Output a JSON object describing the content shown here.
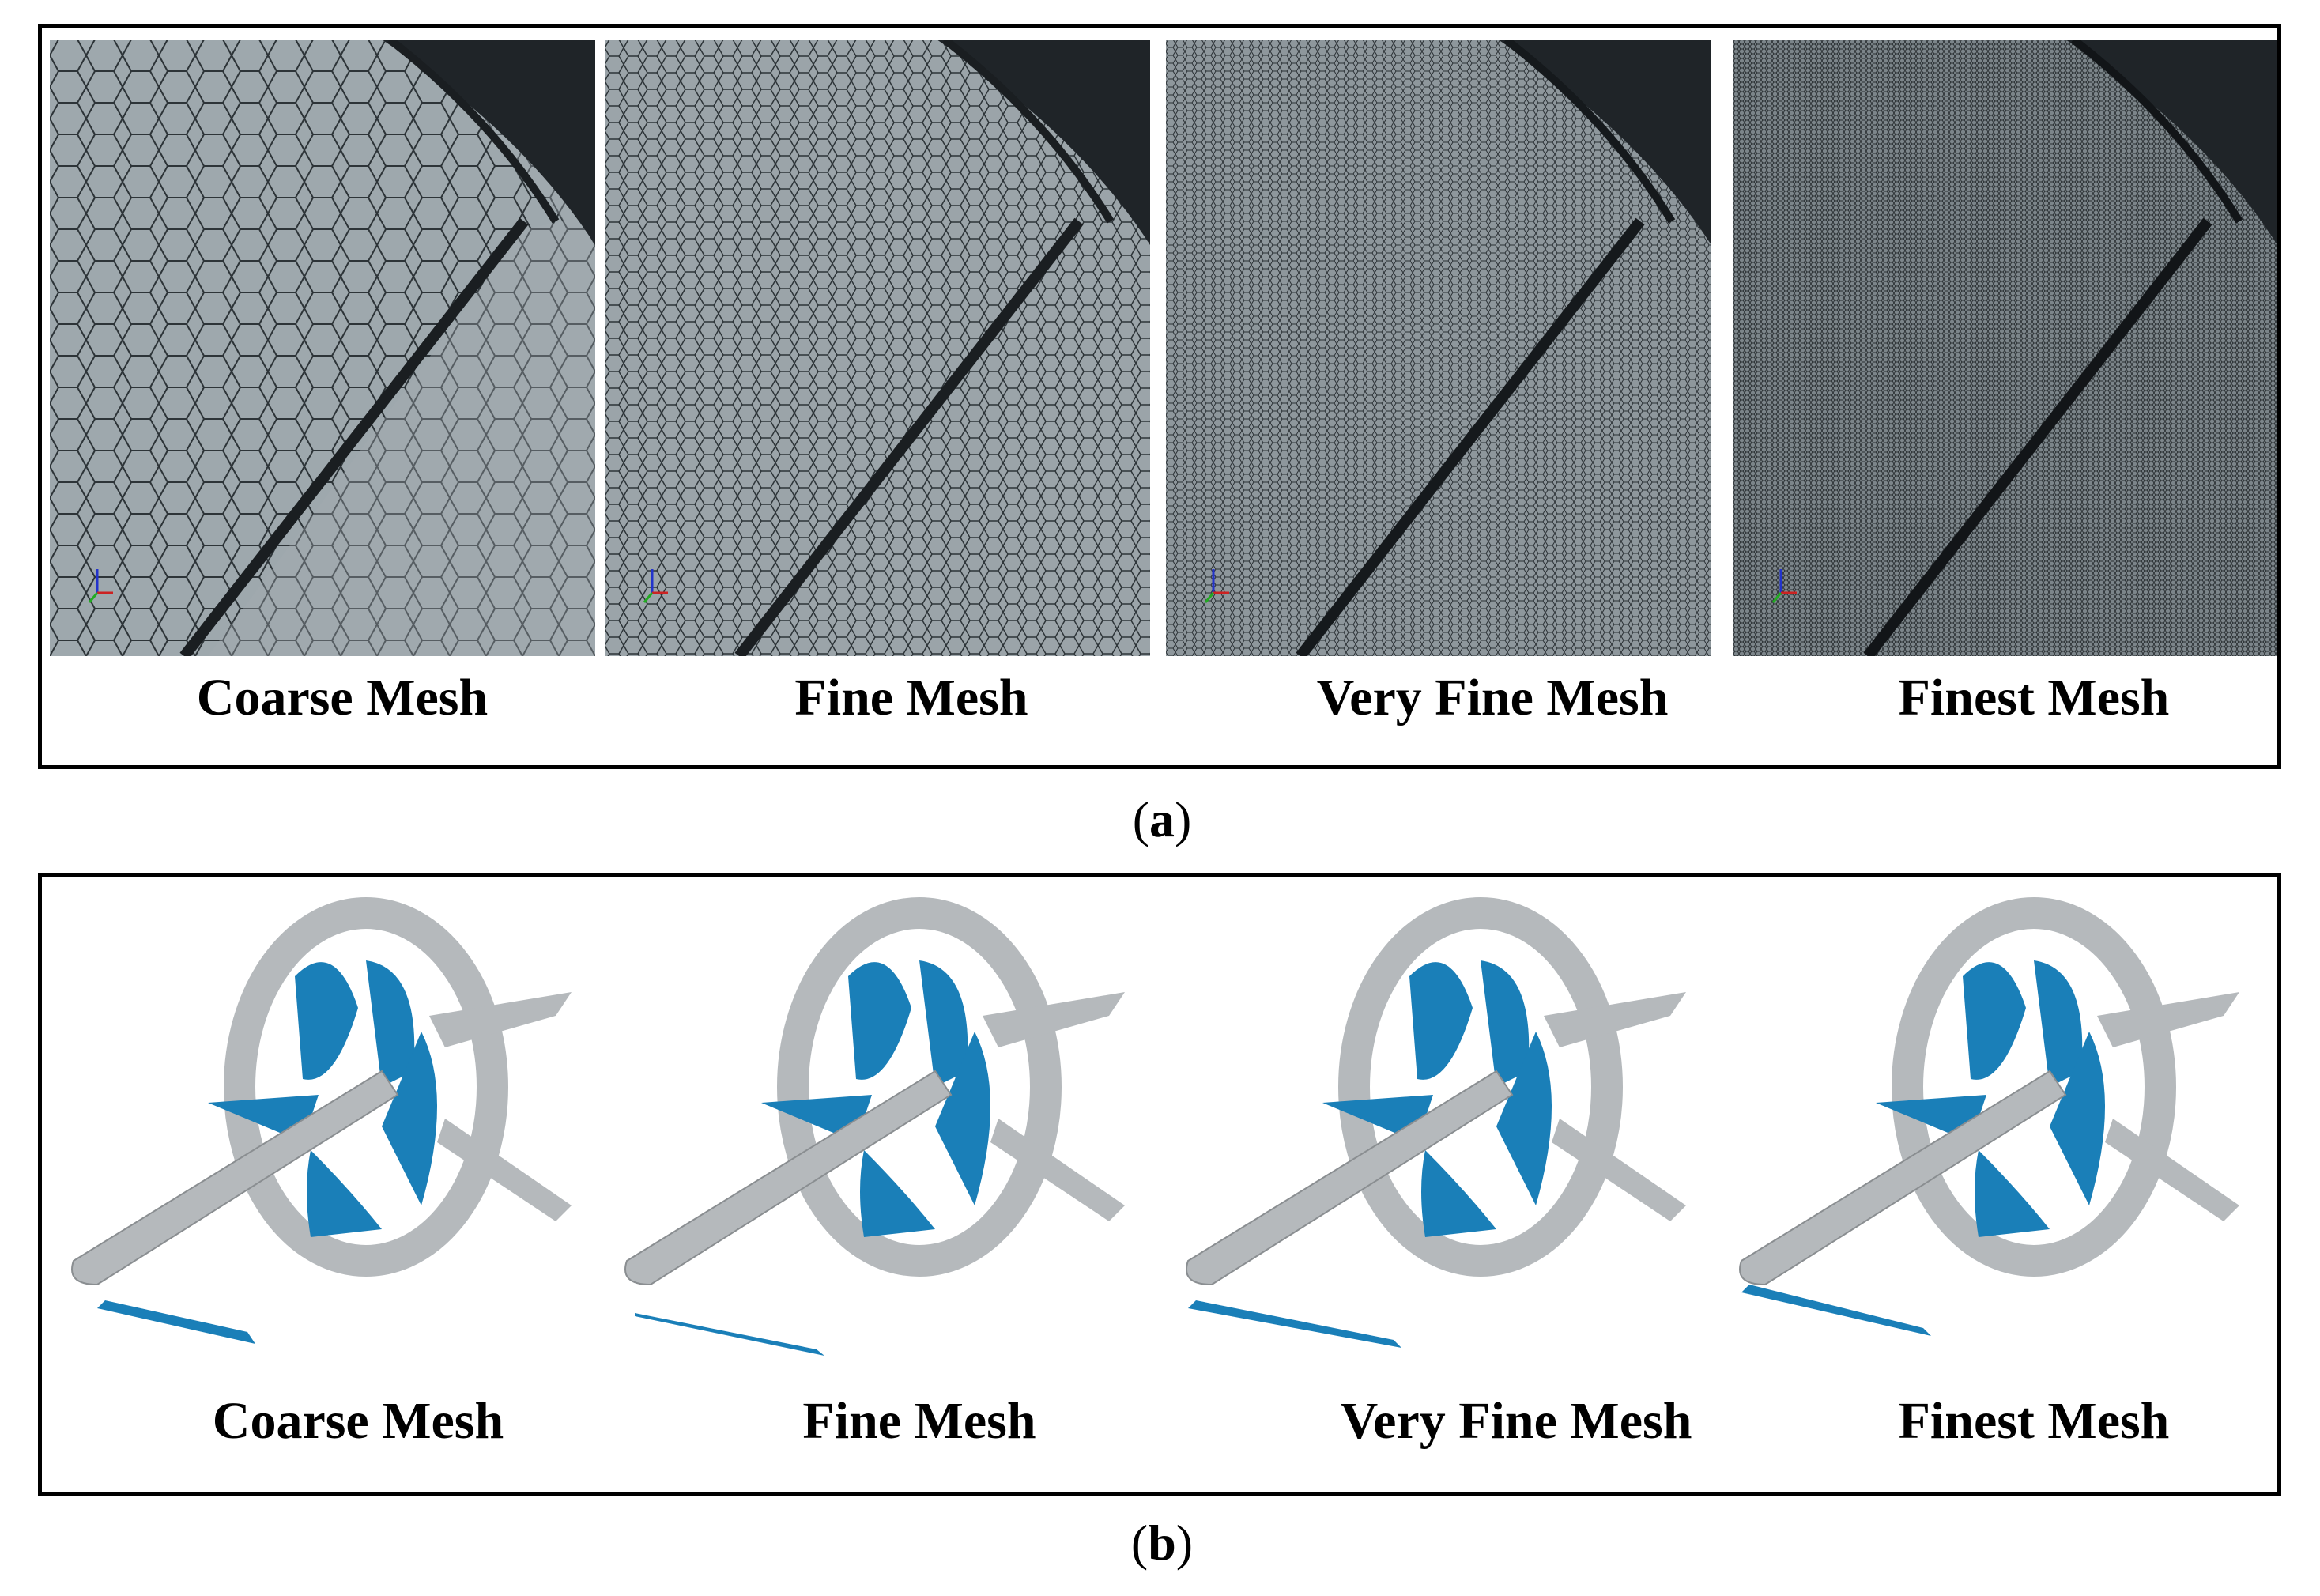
{
  "figure": {
    "panel_a": {
      "caption_open": "(",
      "caption_letter": "a",
      "caption_close": ")",
      "labels": [
        "Coarse Mesh",
        "Fine Mesh",
        "Very Fine Mesh",
        "Finest Mesh"
      ]
    },
    "panel_b": {
      "caption_open": "(",
      "caption_letter": "b",
      "caption_close": ")",
      "labels": [
        "Coarse Mesh",
        "Fine Mesh",
        "Very Fine Mesh",
        "Finest Mesh"
      ]
    }
  },
  "colors": {
    "mesh_background": "#9aa3a8",
    "mesh_lines": "#2a2f33",
    "rotor_grey": "#b5b9bc",
    "cavitation_blue": "#1a7fb8"
  }
}
